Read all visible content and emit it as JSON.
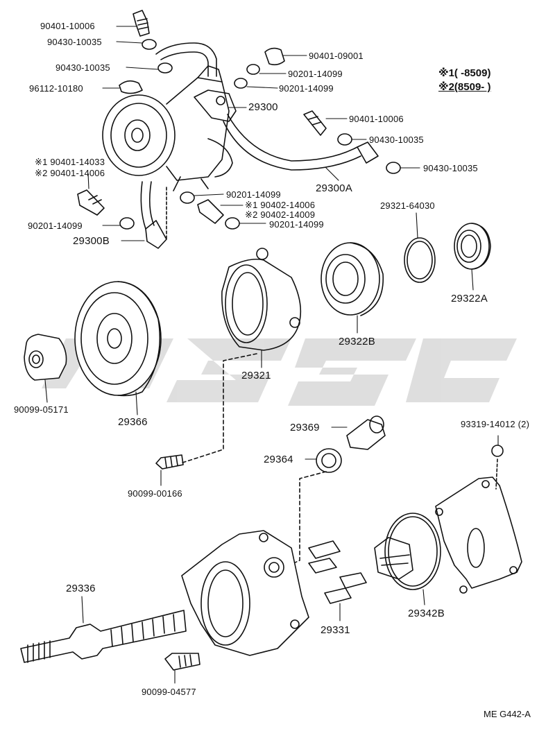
{
  "legend": {
    "line1": "※1(    -8509)",
    "line2": "※2(8509-     )"
  },
  "labels": {
    "p90401_10006_a": "90401-10006",
    "p90430_10035_a": "90430-10035",
    "p90430_10035_b": "90430-10035",
    "p96112_10180": "96112-10180",
    "p90401_09001": "90401-09001",
    "p90201_14099_a": "90201-14099",
    "p90201_14099_b": "90201-14099",
    "p29300": "29300",
    "p90401_10006_b": "90401-10006",
    "p90430_10035_c": "90430-10035",
    "p90430_10035_d": "90430-10035",
    "p29300A": "29300A",
    "alt1_90401_14033": "※1 90401-14033",
    "alt2_90401_14006": "※2 90401-14006",
    "p90201_14099_c": "90201-14099",
    "alt1_90402_14006": "※1 90402-14006",
    "alt2_90402_14009": "※2 90402-14009",
    "p90201_14099_d": "90201-14099",
    "p90201_14099_e": "90201-14099",
    "p29300B": "29300B",
    "p29321_64030": "29321-64030",
    "p29322A": "29322A",
    "p29322B": "29322B",
    "p29321": "29321",
    "p90099_05171": "90099-05171",
    "p29366": "29366",
    "p29369": "29369",
    "p93319_14012": "93319-14012 (2)",
    "p29364": "29364",
    "p90099_00166": "90099-00166",
    "p29336": "29336",
    "p29331": "29331",
    "p29342B": "29342B",
    "p90099_04577": "90099-04577"
  },
  "footer": {
    "code": "ME  G442-A"
  },
  "colors": {
    "line": "#111111",
    "watermark": "#d6d6d6"
  }
}
